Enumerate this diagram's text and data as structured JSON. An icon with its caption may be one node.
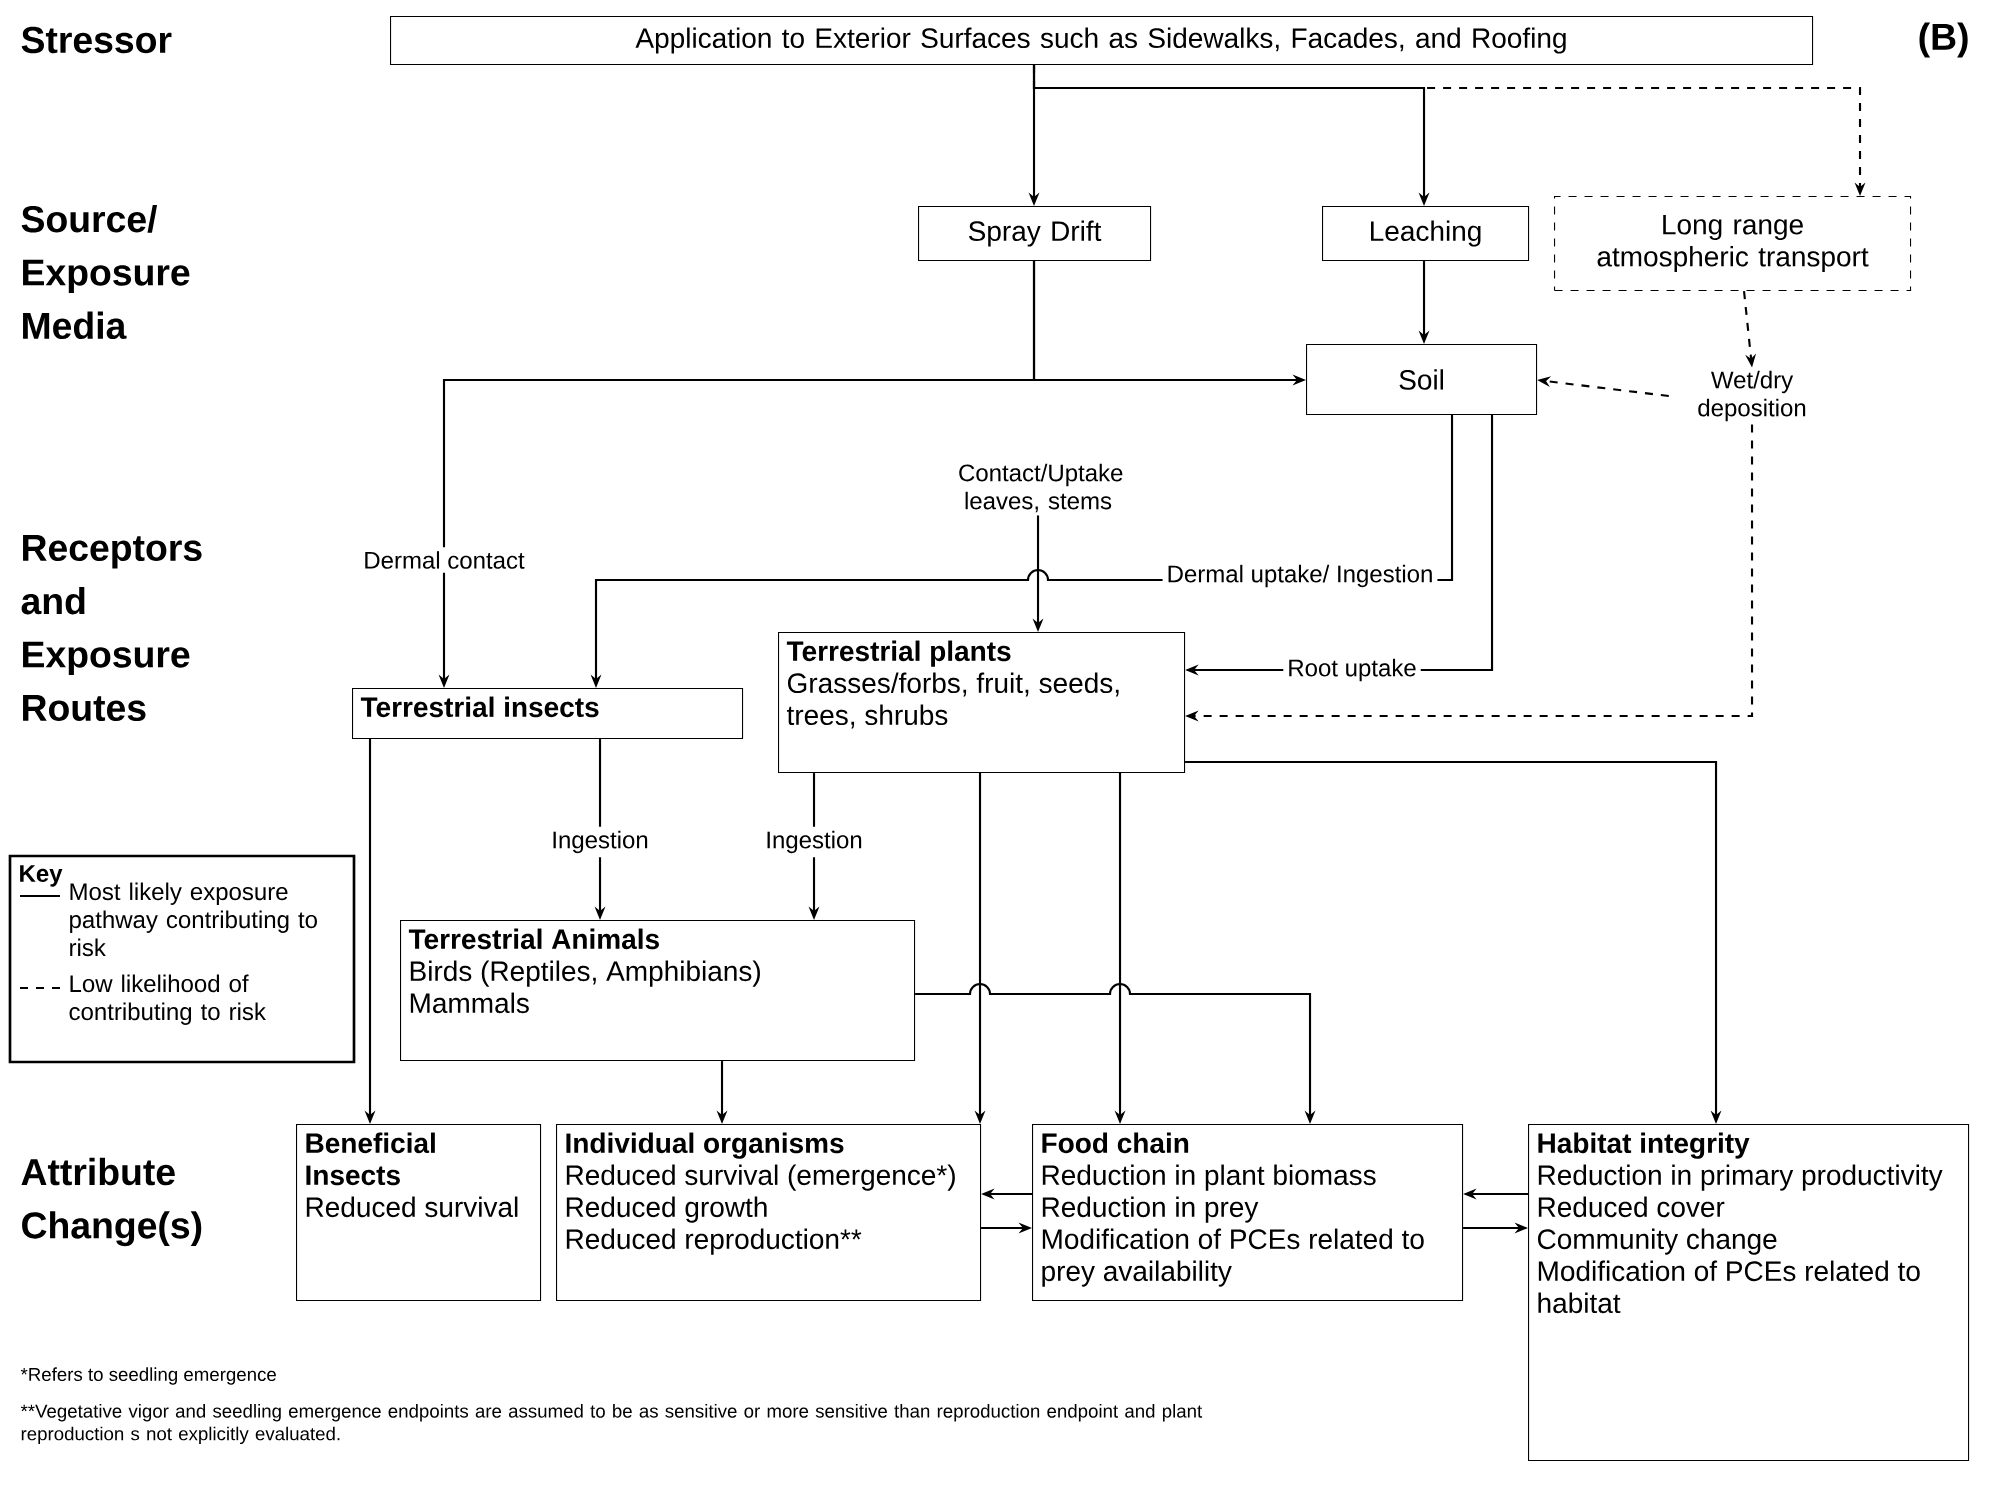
{
  "diagram": {
    "nodes": [
      {
        "text": [
          "Application to Exterior Surfaces such as Sidewalks, Facades, and Roofing"
        ]
      },
      {
        "text": [
          "Spray Drift"
        ]
      },
      {
        "text": [
          "Leaching"
        ]
      },
      {
        "text": [
          "Long range atmospheric transport"
        ]
      },
      {
        "text": [
          "Soil"
        ]
      },
      {
        "text": [
          "Wet/dry deposition"
        ]
      },
      {
        "text": [
          "Contact/Uptake leaves, stems"
        ]
      },
      {
        "text": [
          "Terrestrial insects"
        ]
      },
      {
        "text": [
          "Terrestrial plants",
          "Grasses/forbs, fruit, seeds, trees, shrubs"
        ]
      },
      {
        "text": [
          "Terrestrial Animals",
          "Birds (Reptiles, Amphibians)",
          "Mammals"
        ]
      },
      {
        "text": [
          "Beneficial Insects",
          "Reduced survival"
        ]
      },
      {
        "text": [
          "Individual organisms",
          "Reduced survival (emergence*)",
          "Reduced growth",
          "Reduced reproduction**"
        ]
      },
      {
        "text": [
          "Food chain",
          "Reduction in plant biomass",
          "Reduction in prey",
          "Modification of PCEs related to prey availability"
        ]
      },
      {
        "text": [
          "Habitat integrity",
          "Reduction in primary productivity",
          "Reduced cover",
          "Community change",
          "Modification of PCEs related to habitat"
        ]
      }
    ],
    "edges": [
      {
        "from": 0,
        "to": 1,
        "arrow": "to"
      },
      {
        "from": 0,
        "to": 2,
        "arrow": "to"
      },
      {
        "from": 0,
        "to": 3,
        "arrow": "to",
        "style": "dashed"
      },
      {
        "from": 2,
        "to": 4,
        "arrow": "to"
      },
      {
        "from": 1,
        "to": 4,
        "arrow": "to"
      },
      {
        "from": 1,
        "to": 7,
        "arrow": "to",
        "label": "Dermal contact"
      },
      {
        "from": 3,
        "to": 5,
        "arrow": "to",
        "style": "dashed"
      },
      {
        "from": 5,
        "to": 4,
        "arrow": "to",
        "style": "dashed"
      },
      {
        "from": 6,
        "to": 8,
        "arrow": "to"
      },
      {
        "from": 4,
        "to": 7,
        "arrow": "to",
        "label": "Dermal uptake/ Ingestion"
      },
      {
        "from": 4,
        "to": 8,
        "arrow": "to",
        "label": "Root uptake"
      },
      {
        "from": 5,
        "to": 8,
        "arrow": "to",
        "style": "dashed"
      },
      {
        "from": 7,
        "to": 9,
        "arrow": "to",
        "label": "Ingestion"
      },
      {
        "from": 8,
        "to": 9,
        "arrow": "to",
        "label": "Ingestion"
      },
      {
        "from": 7,
        "to": 10,
        "arrow": "to"
      },
      {
        "from": 9,
        "to": 11,
        "arrow": "to"
      },
      {
        "from": 9,
        "to": 12,
        "arrow": "to"
      },
      {
        "from": 8,
        "to": 11,
        "arrow": "to"
      },
      {
        "from": 8,
        "to": 12,
        "arrow": "to"
      },
      {
        "from": 8,
        "to": 13,
        "arrow": "to"
      },
      {
        "from": 12,
        "to": 11,
        "arrow": "to"
      },
      {
        "from": 11,
        "to": 12,
        "arrow": "to"
      },
      {
        "from": 13,
        "to": 12,
        "arrow": "to"
      },
      {
        "from": 12,
        "to": 13,
        "arrow": "to"
      }
    ],
    "labels": [
      "Stressor",
      "(B)",
      "Source/ Exposure Media",
      "Receptors and Exposure Routes",
      "Key",
      "Attribute Change(s)",
      "*Refers to seedling emergence",
      "**Vegetative vigor and seedling emergence endpoints are assumed to be as sensitive or more sensitive than reproduction endpoint and plant reproduction s not explicitly evaluated."
    ],
    "legend": [
      {
        "text": "Most likely exposure pathway contributing to risk"
      },
      {
        "text": "Low likelihood of contributing to risk"
      }
    ]
  }
}
